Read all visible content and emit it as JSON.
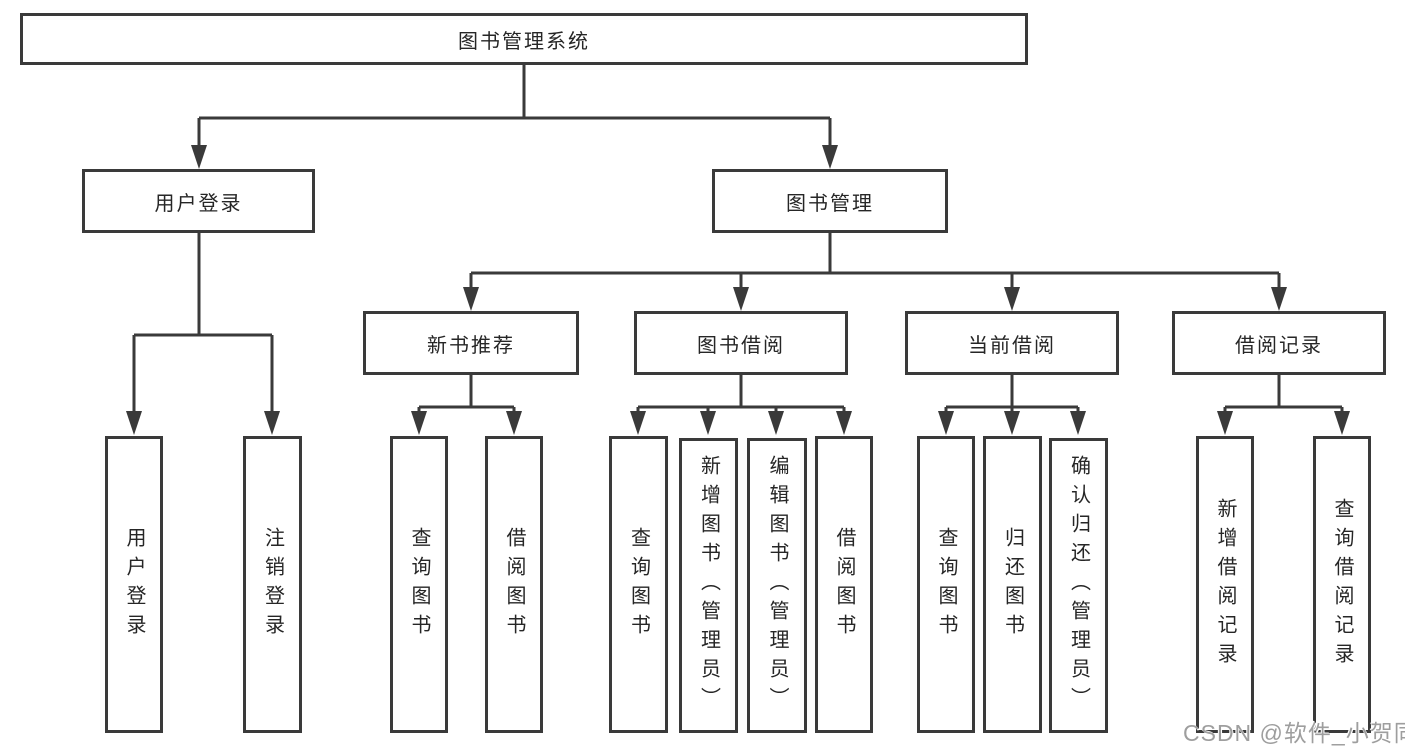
{
  "page": {
    "background": "#ffffff"
  },
  "colors": {
    "line": "#3a3a3a",
    "box_border": "#3a3a3a",
    "box_fill": "#ffffff",
    "text": "#262626",
    "watermark_text": "#9e9e9e"
  },
  "tree": {
    "root": {
      "label": "图书管理系统"
    },
    "branches": [
      {
        "label": "用户登录",
        "children": [
          "用户登录",
          "注销登录"
        ]
      },
      {
        "label": "图书管理",
        "children": [
          {
            "label": "新书推荐",
            "children": [
              "查询图书",
              "借阅图书"
            ]
          },
          {
            "label": "图书借阅",
            "children": [
              "查询图书",
              "新增图书（管理员）",
              "编辑图书（管理员）",
              "借阅图书"
            ]
          },
          {
            "label": "当前借阅",
            "children": [
              "查询图书",
              "归还图书",
              "确认归还（管理员）"
            ]
          },
          {
            "label": "借阅记录",
            "children": [
              "新增借阅记录",
              "查询借阅记录"
            ]
          }
        ]
      }
    ]
  },
  "watermark": {
    "text": "CSDN @软件_小贺同学"
  }
}
